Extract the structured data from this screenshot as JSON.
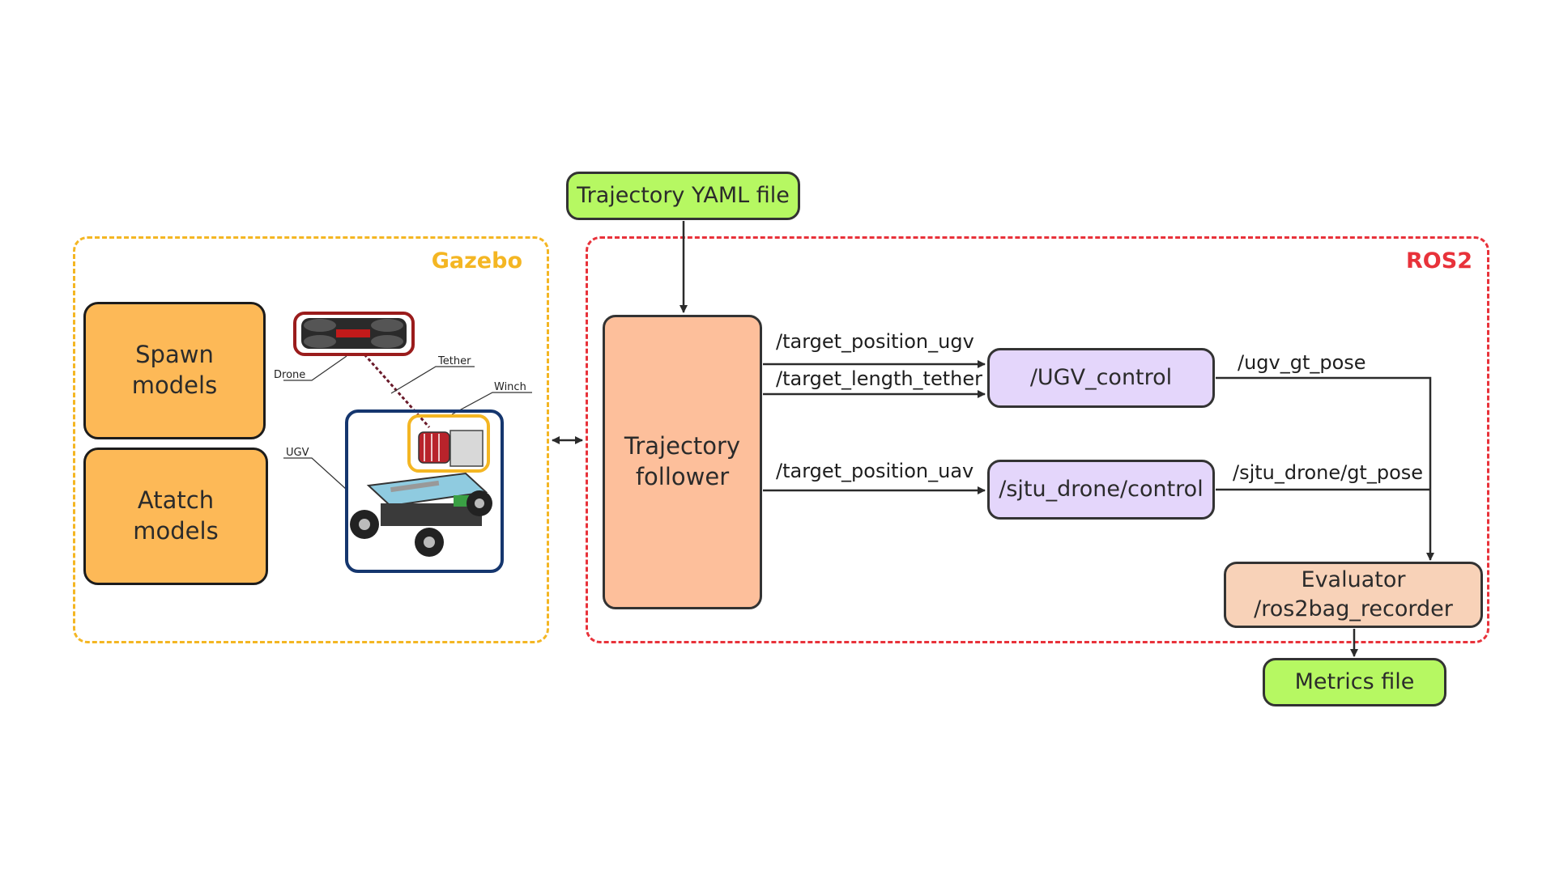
{
  "regions": {
    "gazebo": "Gazebo",
    "ros2": "ROS2"
  },
  "gazebo": {
    "spawn": "Spawn\nmodels",
    "attach": "Atatch\nmodels",
    "callouts": {
      "drone": "Drone",
      "tether": "Tether",
      "winch": "Winch",
      "ugv": "UGV"
    }
  },
  "nodes": {
    "yaml": "Trajectory YAML file",
    "follower": "Trajectory\nfollower",
    "ugv_control": "/UGV_control",
    "drone_control": "/sjtu_drone/control",
    "evaluator": "Evaluator\n/ros2bag_recorder",
    "metrics": "Metrics file"
  },
  "topics": {
    "target_position_ugv": "/target_position_ugv",
    "target_length_tether": "/target_length_tether",
    "target_position_uav": "/target_position_uav",
    "ugv_gt_pose": "/ugv_gt_pose",
    "drone_gt_pose": "/sjtu_drone/gt_pose"
  },
  "colors": {
    "gazebo_border": "#f4b623",
    "ros2_border": "#e8323a",
    "model_box": "#fdb957",
    "file_box": "#b6f862",
    "follower_box": "#fdbf9b",
    "control_box": "#e4d6fb",
    "evaluator_box": "#f8d2b8"
  }
}
